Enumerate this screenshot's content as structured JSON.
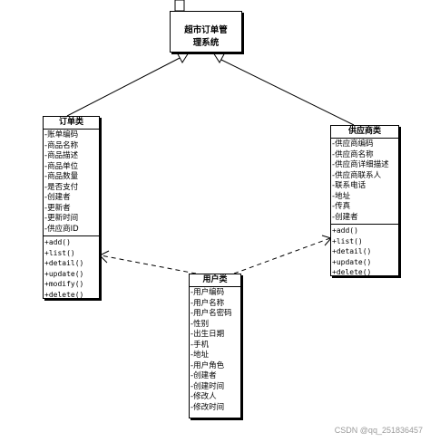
{
  "system": {
    "title_line1": "超市订单管",
    "title_line2": "理系统"
  },
  "order": {
    "name": "订单类",
    "attributes": [
      "-账单编码",
      "-商品名称",
      "-商品描述",
      "-商品单位",
      "-商品数量",
      "-是否支付",
      "-创建者",
      "-更新者",
      "-更新时间",
      "-供应商ID"
    ],
    "operations": [
      "+add()",
      "+list()",
      "+detail()",
      "+update()",
      "+modify()",
      "+delete()"
    ]
  },
  "supplier": {
    "name": "供应商类",
    "attributes": [
      "-供应商编码",
      "-供应商名称",
      "-供应商详细描述",
      "-供应商联系人",
      "-联系电话",
      "-地址",
      "-传真",
      "-创建者"
    ],
    "operations": [
      "+add()",
      "+list()",
      "+detail()",
      "+update()",
      "+delete()"
    ]
  },
  "user": {
    "name": "用户类",
    "attributes": [
      "-用户编码",
      "-用户名称",
      "-用户名密码",
      "-性别",
      "-出生日期",
      "-手机",
      "-地址",
      "-用户角色",
      "-创建者",
      "-创建时间",
      "-修改人",
      "-修改时间"
    ]
  },
  "watermark": "CSDN @qq_251836457"
}
